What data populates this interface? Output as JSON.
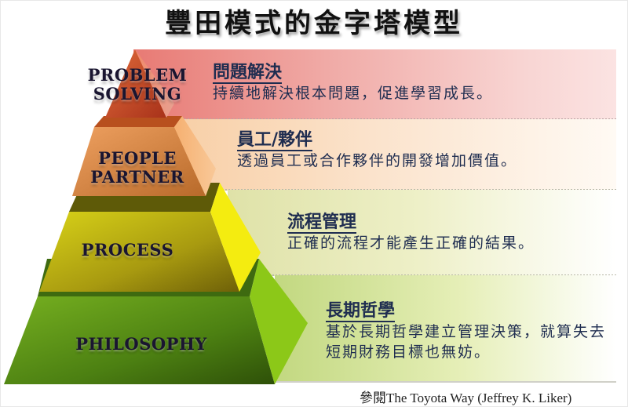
{
  "title": "豐田模式的金字塔模型",
  "colors": {
    "tier_problem_solving": "#d9562e",
    "tier_people_partner": "#e8974a",
    "tier_process": "#c9c21a",
    "tier_philosophy": "#5a9418",
    "band_problem_solving": "#f0aaa6",
    "band_people_partner": "#fbe3cc",
    "band_process": "#eef0c8",
    "band_philosophy": "#e6efb8",
    "text": "#1f2d50"
  },
  "tiers": [
    {
      "label_line1": "PROBLEM",
      "label_line2": "SOLVING",
      "heading": "問題解決",
      "description": "持續地解決根本問題，促進學習成長。"
    },
    {
      "label_line1": "PEOPLE",
      "label_line2": "PARTNER",
      "heading": "員工/夥伴",
      "description": "透過員工或合作夥伴的開發增加價值。"
    },
    {
      "label_line1": "PROCESS",
      "heading": "流程管理",
      "description": "正確的流程才能產生正確的結果。"
    },
    {
      "label_line1": "PHILOSOPHY",
      "heading": "長期哲學",
      "description": "基於長期哲學建立管理決策，就算失去短期財務目標也無妨。"
    }
  ],
  "source": "參閱The Toyota Way (Jeffrey K. Liker)"
}
